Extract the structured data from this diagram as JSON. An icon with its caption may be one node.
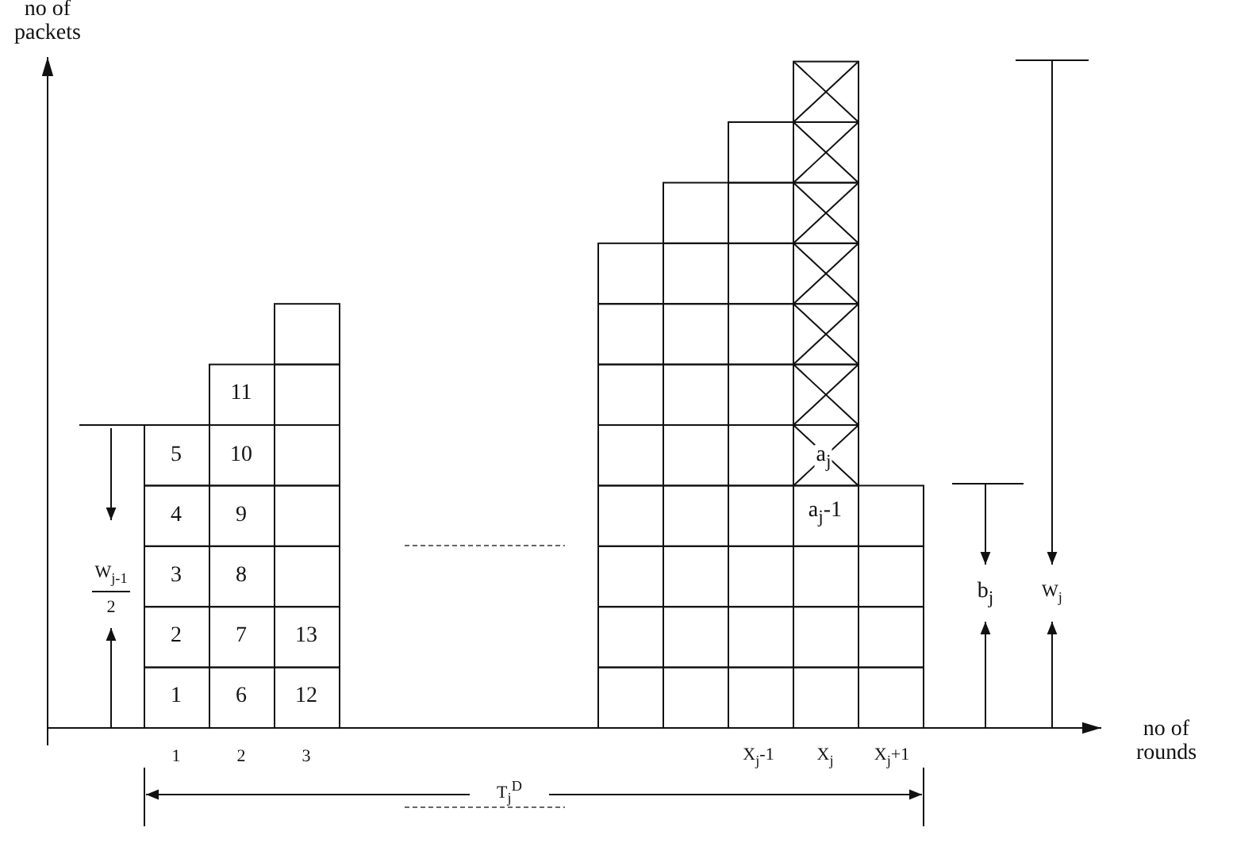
{
  "diagram": {
    "labels": [
      "no of packets",
      "11",
      "5",
      "10",
      "W$_{j-1}$",
      "2",
      "4",
      "9",
      "a$_{j}$",
      "a$_{j}$-1",
      "3",
      "8",
      "2",
      "7",
      "13",
      "b$_{j}$",
      "W$_{j}$",
      "1",
      "6",
      "12",
      "no of rounds",
      "1",
      "2",
      "3",
      "X$_{j}$-1",
      "X$_{j}$",
      "X$_{j}$+1",
      "T$_{j}$$^{D}$"
    ]
  }
}
